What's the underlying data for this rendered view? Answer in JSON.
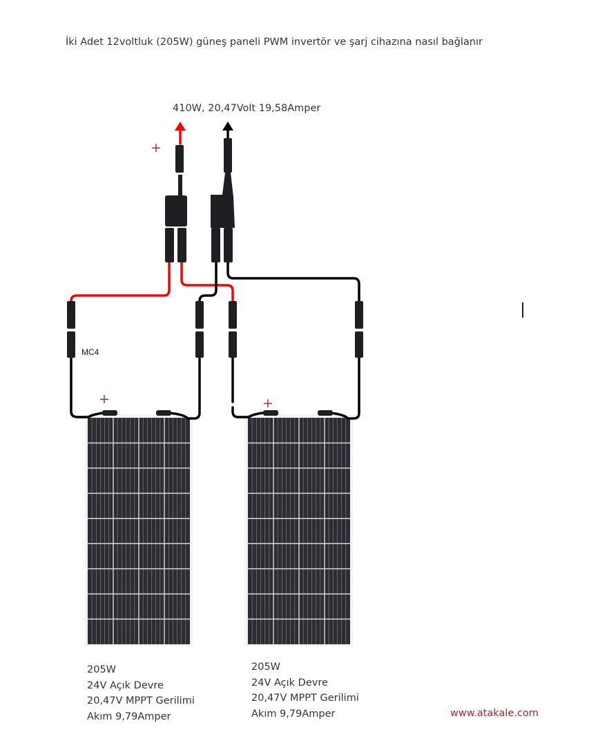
{
  "title": "İki Adet 12voltluk (205W) güneş paneli PWM invertör ve şarj cihazına nasıl bağlanır",
  "output_label": "410W,   20,47Volt  19,58Amper",
  "plus_sign": "+",
  "connector_label": "MC4",
  "panels": [
    {
      "lines": [
        "205W",
        "24V Açık Devre",
        "20,47V MPPT Gerilimi",
        "Akım 9,79Amper"
      ]
    },
    {
      "lines": [
        "205W",
        "24V Açık Devre",
        "20,47V MPPT Gerilimi",
        "Akım 9,79Amper"
      ]
    }
  ],
  "website": "www.atakale.com",
  "colors": {
    "positive_wire": "#ff0000",
    "negative_wire": "#000000",
    "plus_sign": "#a33b3b",
    "panel_cell": "#2b2d33",
    "website": "#9a2b2b"
  }
}
